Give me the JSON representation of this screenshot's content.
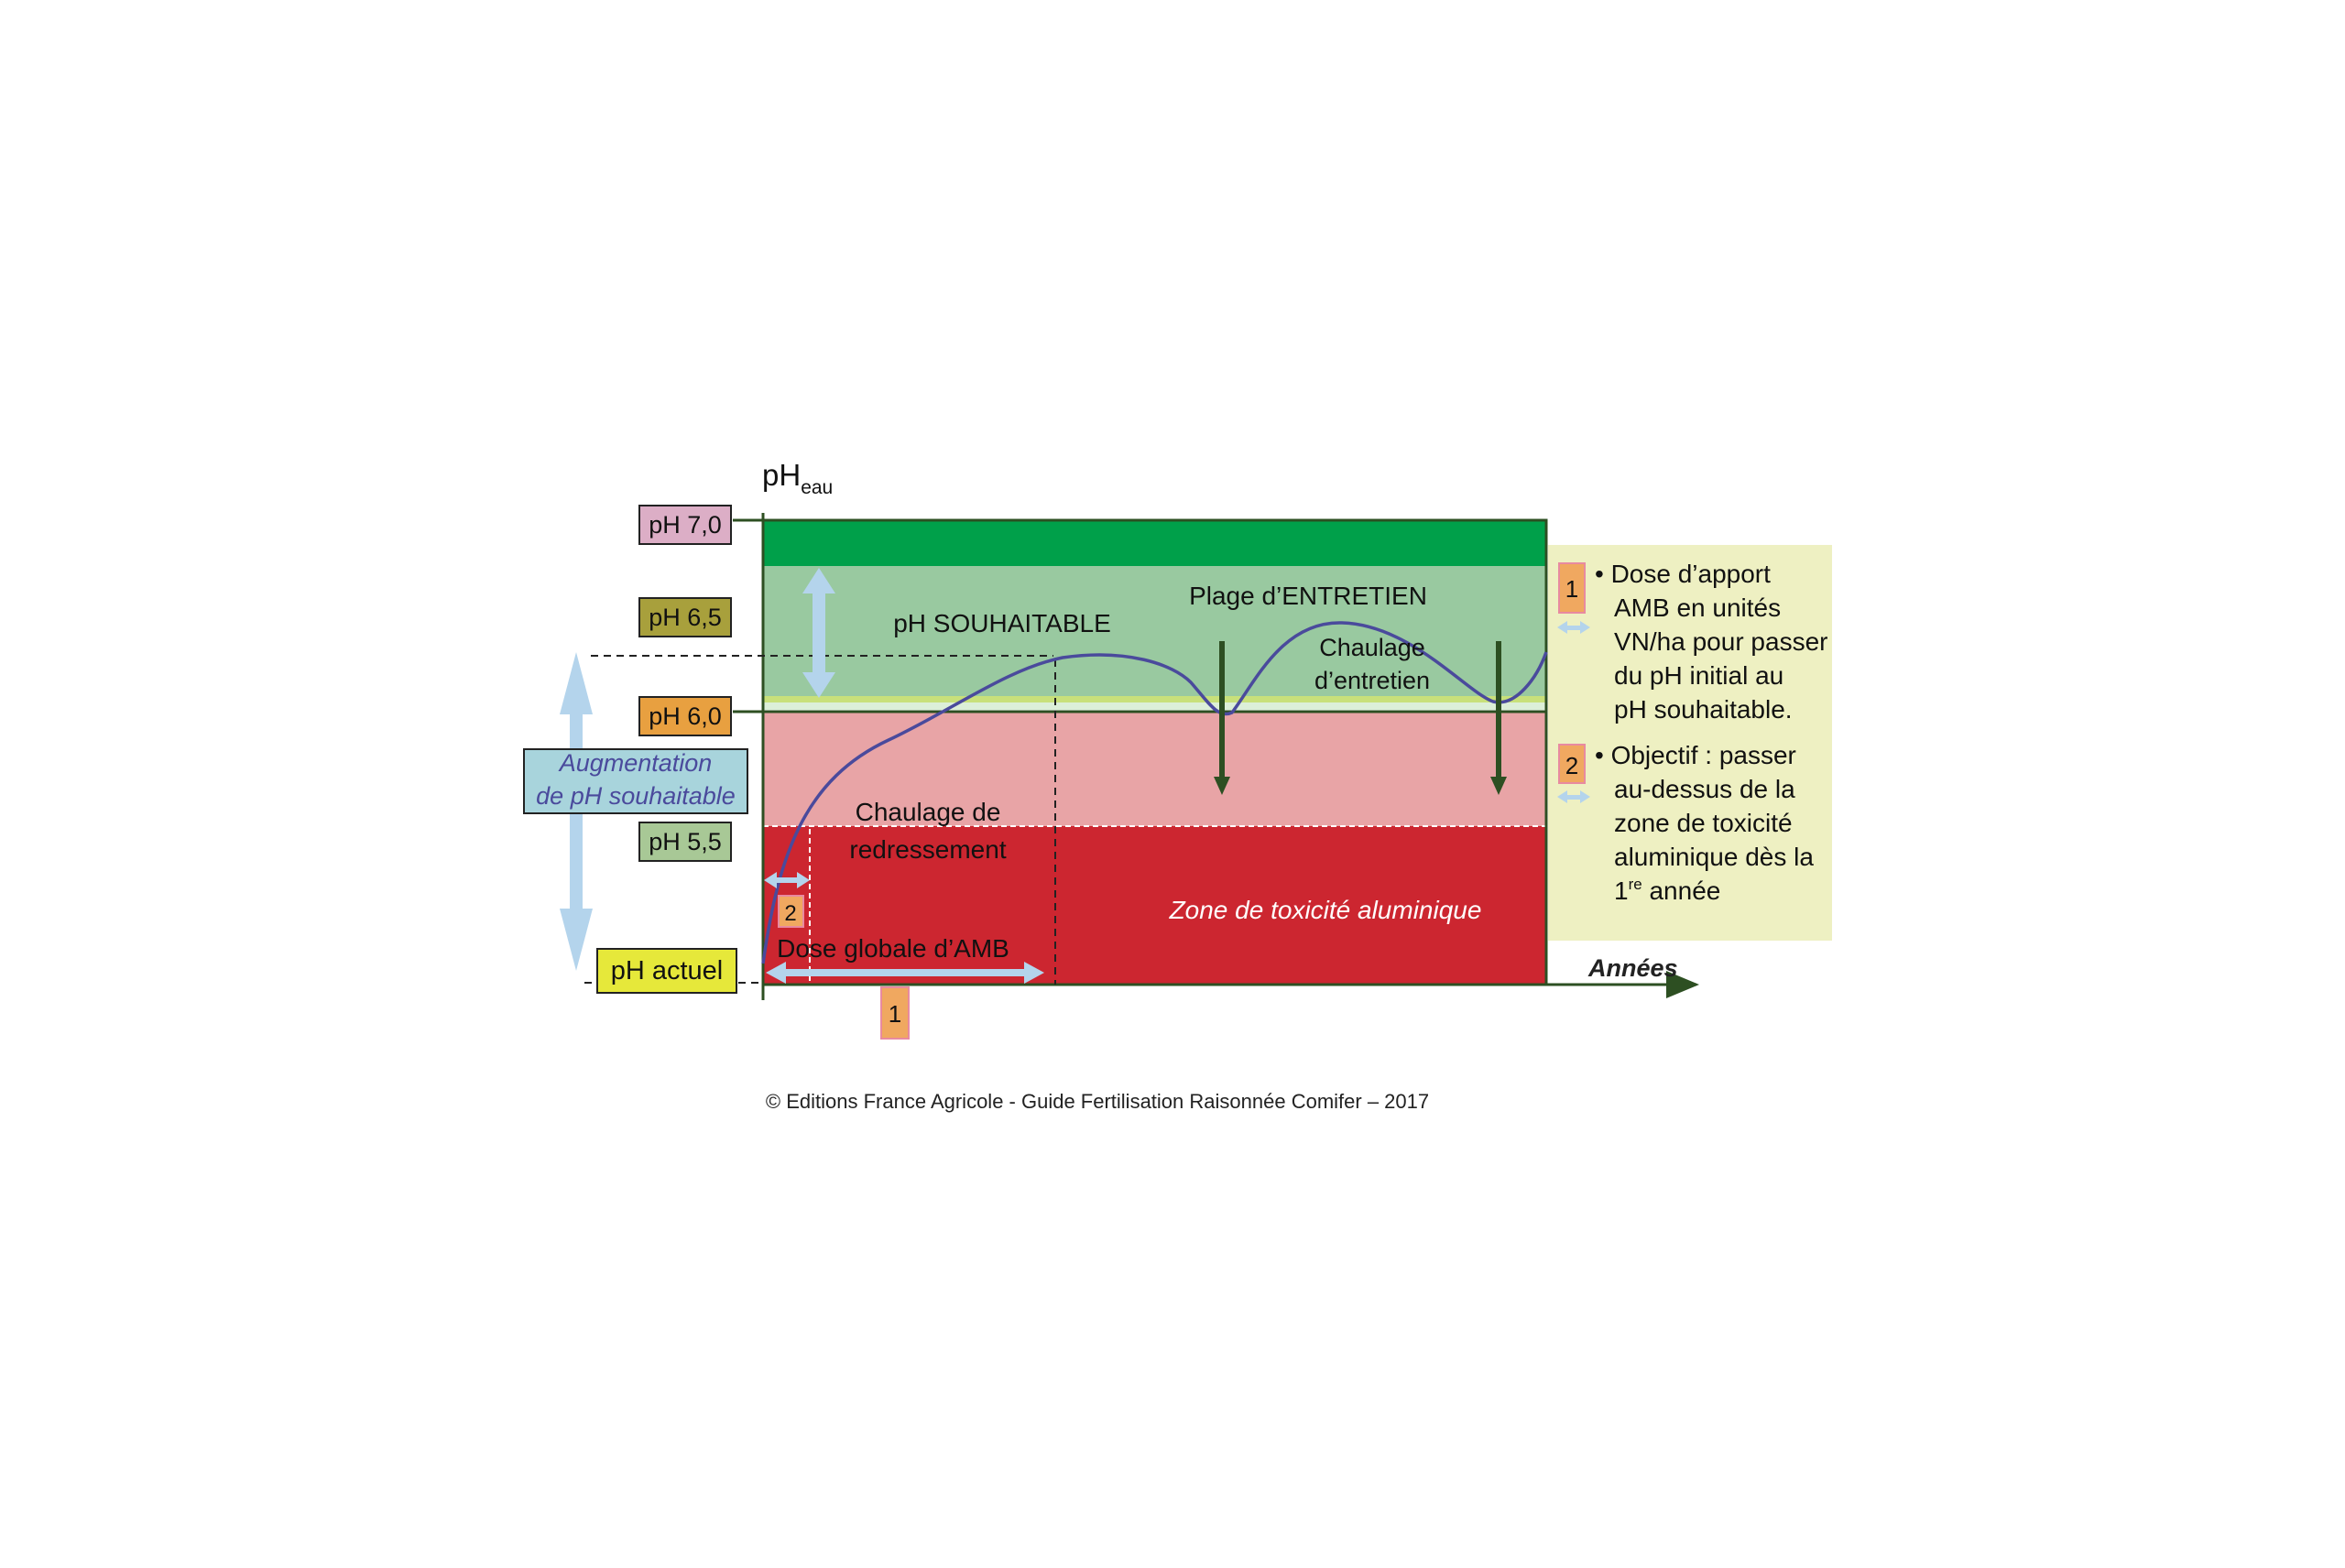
{
  "y_axis_label": "pH",
  "y_axis_subscript": "eau",
  "x_axis_label": "Années",
  "ph_labels": {
    "ph70": "pH 7,0",
    "ph65": "pH 6,5",
    "ph60": "pH 6,0",
    "ph55": "pH 5,5",
    "actuel": "pH actuel"
  },
  "augmentation": {
    "line1": "Augmentation",
    "line2": "de pH souhaitable"
  },
  "zones": {
    "souhaitable": "pH SOUHAITABLE",
    "entretien_plage": "Plage d’ENTRETIEN",
    "chaulage_entretien_1": "Chaulage",
    "chaulage_entretien_2": "d’entretien",
    "redressement_1": "Chaulage de",
    "redressement_2": "redressement",
    "toxicite": "Zone de toxicité aluminique",
    "dose_globale": "Dose globale d’AMB"
  },
  "markers": {
    "one": "1",
    "two": "2"
  },
  "legend": {
    "item1": [
      "• Dose d’apport",
      "AMB en unités",
      "VN/ha pour passer",
      "du pH initial au",
      "pH souhaitable."
    ],
    "item2": [
      "• Objectif : passer",
      "au-dessus de la",
      "zone de toxicité",
      "aluminique dès la"
    ],
    "item2_last": {
      "before": "1",
      "superscript": "re",
      "after": " année"
    }
  },
  "footer": "© Editions France Agricole - Guide Fertilisation Raisonnée Comifer – 2017",
  "colors": {
    "dark_green": "#00a04a",
    "light_green": "#99c9a0",
    "lime_strip": "#c8e07a",
    "pink": "#e8a4a6",
    "red": "#cc2630",
    "axis_green": "#2d4f22",
    "curve": "#4a4a9c",
    "arrow_blue": "#b4d4ec",
    "legend_bg": "#eef0c2",
    "marker_orange": "#f0a860",
    "ph70_bg": "#dcaec6",
    "ph65_bg": "#a8a03c",
    "ph60_bg": "#e8a040",
    "ph55_bg": "#a8c896",
    "actuel_bg": "#e6e83a",
    "augment_bg": "#a8d4dc"
  }
}
